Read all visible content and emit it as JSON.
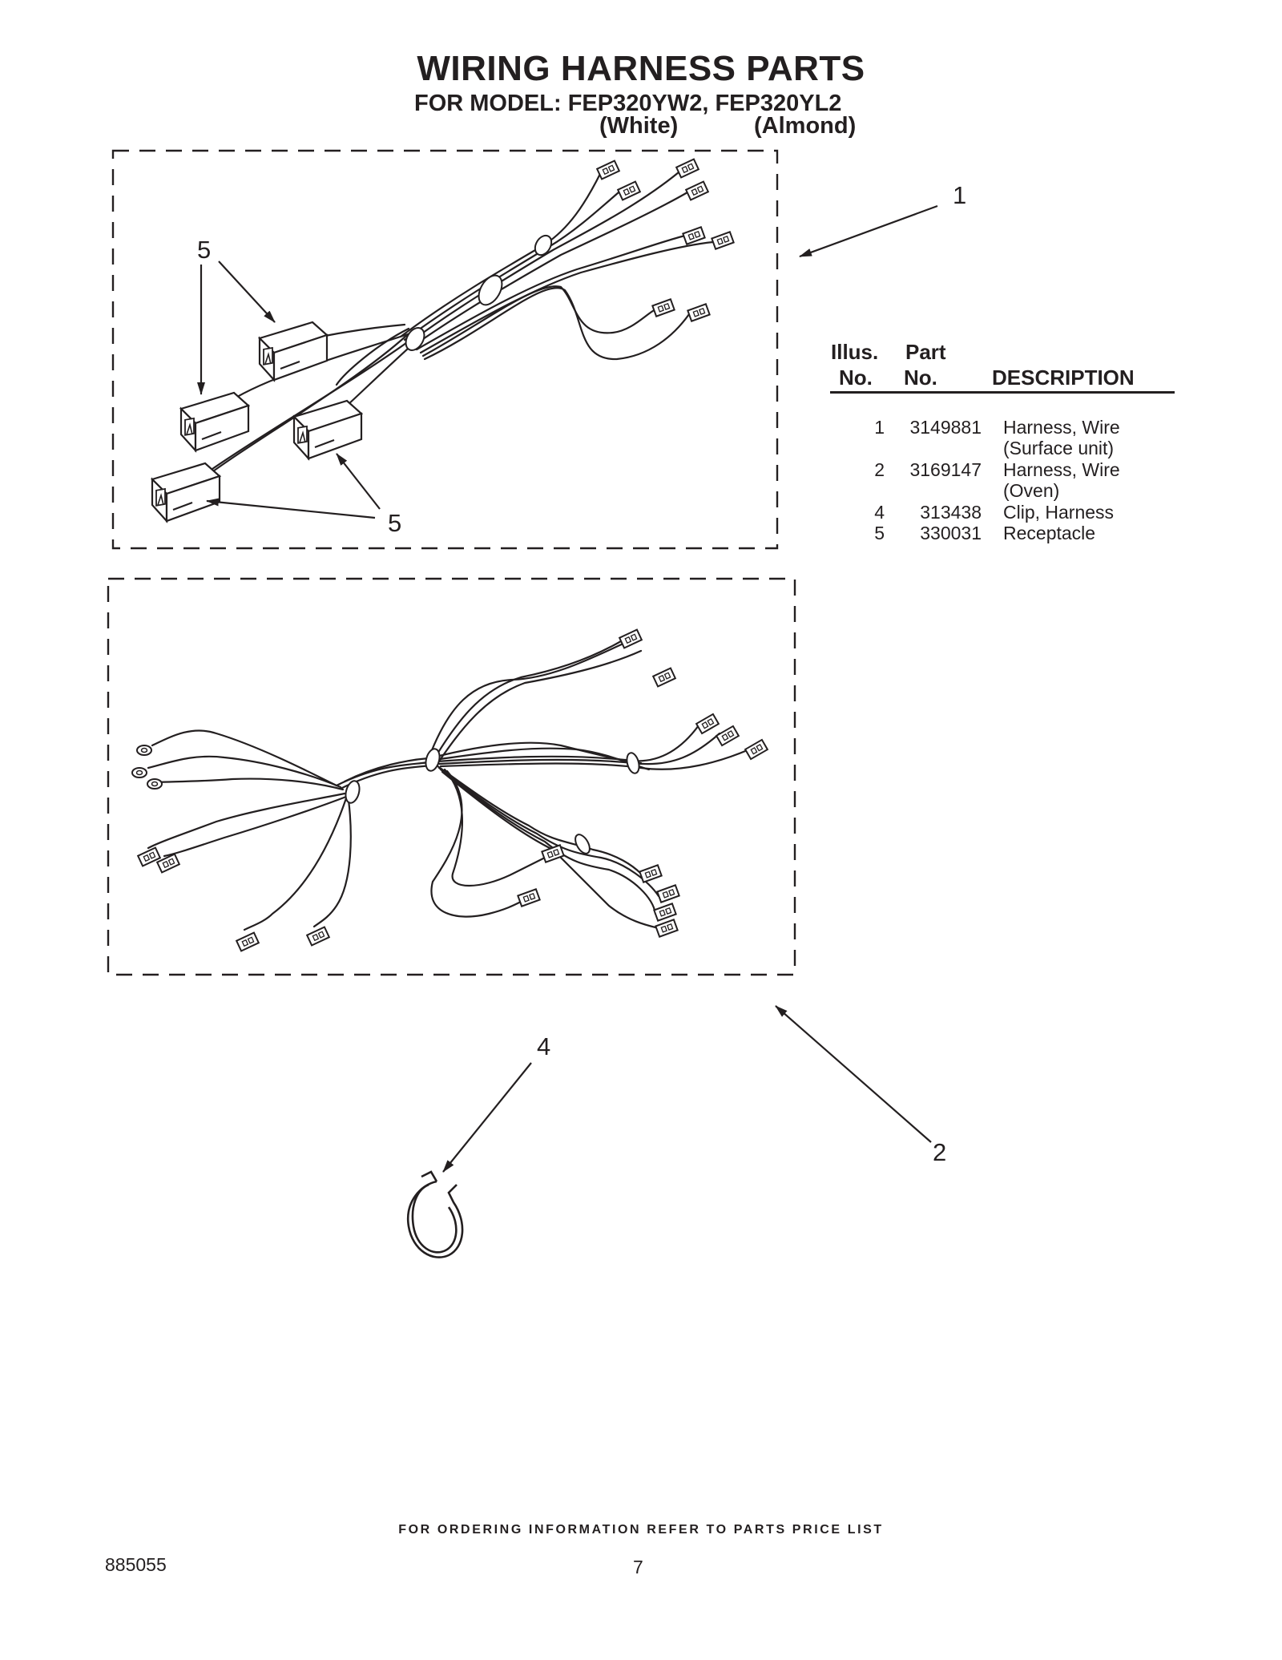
{
  "header": {
    "title": "WIRING HARNESS PARTS",
    "model_line": "FOR MODEL: FEP320YW2, FEP320YL2",
    "variant_white": "(White)",
    "variant_almond": "(Almond)"
  },
  "callouts": {
    "harness_surface": "1",
    "harness_oven": "2",
    "clip": "4",
    "receptacle_upper": "5",
    "receptacle_lower": "5"
  },
  "parts_table": {
    "headers": {
      "illus_line1": "Illus.",
      "illus_line2": "No.",
      "part_line1": "Part",
      "part_line2": "No.",
      "description": "DESCRIPTION"
    },
    "rows": [
      {
        "illus": "1",
        "part": "3149881",
        "desc": "Harness, Wire",
        "desc2": "(Surface unit)"
      },
      {
        "illus": "2",
        "part": "3169147",
        "desc": "Harness, Wire",
        "desc2": "(Oven)"
      },
      {
        "illus": "4",
        "part": "313438",
        "desc": "Clip, Harness",
        "desc2": ""
      },
      {
        "illus": "5",
        "part": "330031",
        "desc": "Receptacle",
        "desc2": ""
      }
    ]
  },
  "footer": {
    "ordering_note": "FOR ORDERING INFORMATION REFER TO PARTS PRICE LIST",
    "document_number": "885055",
    "page_number": "7"
  }
}
